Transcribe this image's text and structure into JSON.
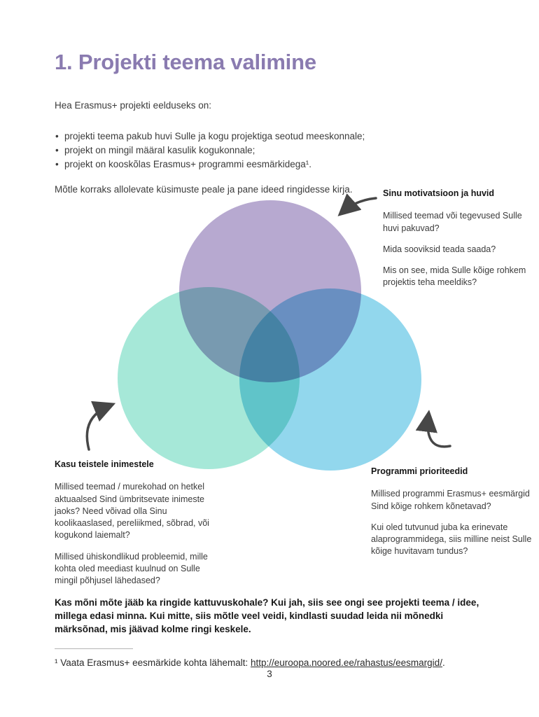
{
  "page": {
    "title": "1. Projekti teema valimine",
    "intro": "Hea Erasmus+  projekti eelduseks on:",
    "bullets": [
      "projekti teema pakub huvi Sulle ja kogu projektiga seotud meeskonnale;",
      "projekt on mingil määral kasulik kogukonnale;",
      "projekt on kooskõlas Erasmus+ programmi eesmärkidega¹."
    ],
    "instruction": "Mõtle korraks allolevate küsimuste peale ja pane ideed ringidesse kirja.",
    "closing": "Kas mõni mõte jääb ka ringide kattuvuskohale? Kui jah, siis see ongi see projekti teema / idee, millega edasi minna. Kui mitte, siis mõtle veel veidi, kindlasti suudad leida nii mõnedki märksõnad, mis jäävad kolme ringi keskele.",
    "footnote": {
      "prefix": "¹ Vaata Erasmus+ eesmärkide kohta lähemalt: ",
      "link": "http://euroopa.noored.ee/rahastus/eesmargid/",
      "suffix": "."
    },
    "page_number": "3"
  },
  "diagram": {
    "colors": {
      "title_accent": "#8a7bb0",
      "motivation_circle": "#ab9ac8",
      "benefit_circle": "#96e4d1",
      "priorities_circle": "#7fd0ea",
      "arrow": "#474747"
    },
    "motivation": {
      "title": "Sinu motivatsioon ja huvid",
      "paragraphs": [
        "Millised teemad või tegevused Sulle huvi pakuvad?",
        "Mida sooviksid teada saada?",
        "Mis on see, mida Sulle kõige rohkem projektis teha meeldiks?"
      ]
    },
    "benefit": {
      "title": "Kasu teistele inimestele",
      "paragraphs": [
        "Millised teemad / murekohad on hetkel aktuaalsed Sind ümbritsevate inimeste jaoks? Need võivad olla Sinu koolikaaslased, pereliikmed, sõbrad, või kogukond laiemalt?",
        "Millised ühiskondlikud probleemid, mille kohta oled meediast kuulnud on Sulle mingil põhjusel lähedased?"
      ]
    },
    "priorities": {
      "title": "Programmi prioriteedid",
      "paragraphs": [
        "Millised programmi Erasmus+ eesmärgid Sind kõige rohkem kõnetavad?",
        "Kui oled tutvunud juba ka erinevate alaprogrammidega, siis milline neist Sulle kõige huvitavam tundus?"
      ]
    }
  }
}
